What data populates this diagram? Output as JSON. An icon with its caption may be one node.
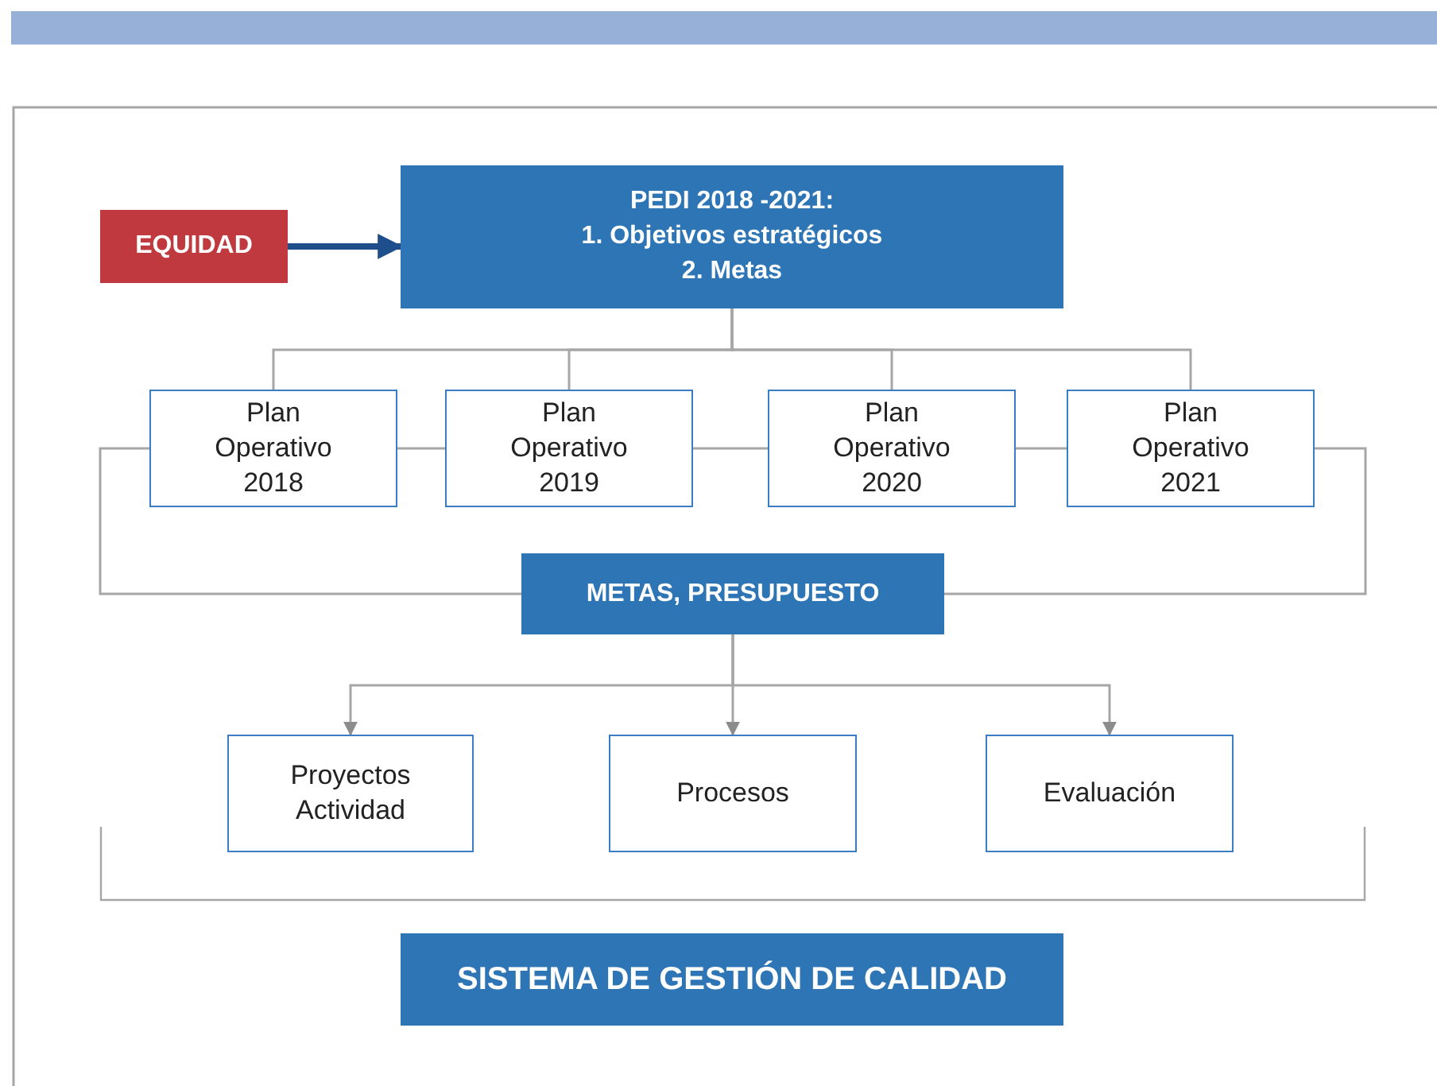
{
  "diagram": {
    "nodes": [
      {
        "text": [
          "EQUIDAD"
        ]
      },
      {
        "text": [
          "PEDI 2018 -2021:",
          "1. Objetivos estratégicos",
          "2. Metas"
        ]
      },
      {
        "text": [
          "Plan Operativo 2018"
        ]
      },
      {
        "text": [
          "Plan Operativo 2019"
        ]
      },
      {
        "text": [
          "Plan Operativo 2020"
        ]
      },
      {
        "text": [
          "Plan Operativo 2021"
        ]
      },
      {
        "text": [
          "METAS, PRESUPUESTO"
        ]
      },
      {
        "text": [
          "Proyectos Actividad"
        ]
      },
      {
        "text": [
          "Procesos"
        ]
      },
      {
        "text": [
          "Evaluación"
        ]
      },
      {
        "text": [
          "SISTEMA DE GESTIÓN DE CALIDAD"
        ]
      }
    ],
    "edges": [
      {
        "from": 0,
        "to": 1,
        "arrow": "to",
        "style": "thick",
        "color": "#1f4e8c"
      },
      {
        "from": 1,
        "to": 2,
        "arrow": "none"
      },
      {
        "from": 1,
        "to": 3,
        "arrow": "none"
      },
      {
        "from": 1,
        "to": 4,
        "arrow": "none"
      },
      {
        "from": 1,
        "to": 5,
        "arrow": "none"
      },
      {
        "from": 2,
        "to": 3,
        "arrow": "none"
      },
      {
        "from": 3,
        "to": 4,
        "arrow": "none"
      },
      {
        "from": 4,
        "to": 5,
        "arrow": "none"
      },
      {
        "from": 2,
        "to": 6,
        "arrow": "none"
      },
      {
        "from": 5,
        "to": 6,
        "arrow": "none"
      },
      {
        "from": 6,
        "to": 7,
        "arrow": "to"
      },
      {
        "from": 6,
        "to": 8,
        "arrow": "to"
      },
      {
        "from": 6,
        "to": 9,
        "arrow": "to"
      }
    ]
  }
}
